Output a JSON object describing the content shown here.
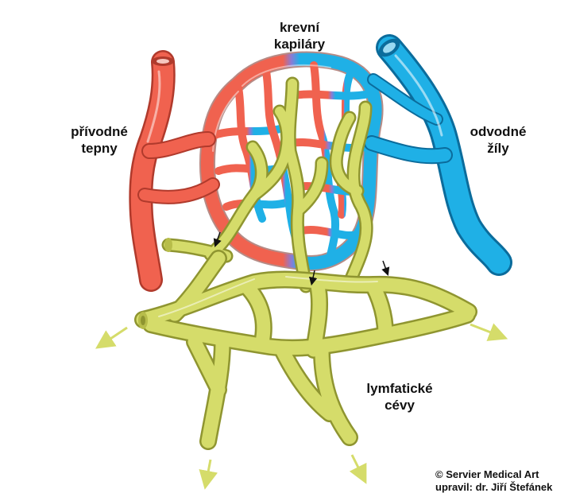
{
  "labels": {
    "blood_capillaries": [
      "krevní",
      "kapiláry"
    ],
    "arteries": [
      "přívodné",
      "tepny"
    ],
    "veins": [
      "odvodné",
      "žíly"
    ],
    "lymph_vessels": [
      "lymfatické",
      "cévy"
    ]
  },
  "credit": {
    "line1": "© Servier Medical Art",
    "line2": "upravil: dr. Jiří Štefánek"
  },
  "colors": {
    "artery": "#f0624f",
    "artery_dark": "#b03a2c",
    "vein": "#1fb0e6",
    "vein_dark": "#0b6c9c",
    "lymph": "#d5dc6a",
    "lymph_dark": "#8f9530",
    "flow_arrow": "#d5dc6a"
  }
}
